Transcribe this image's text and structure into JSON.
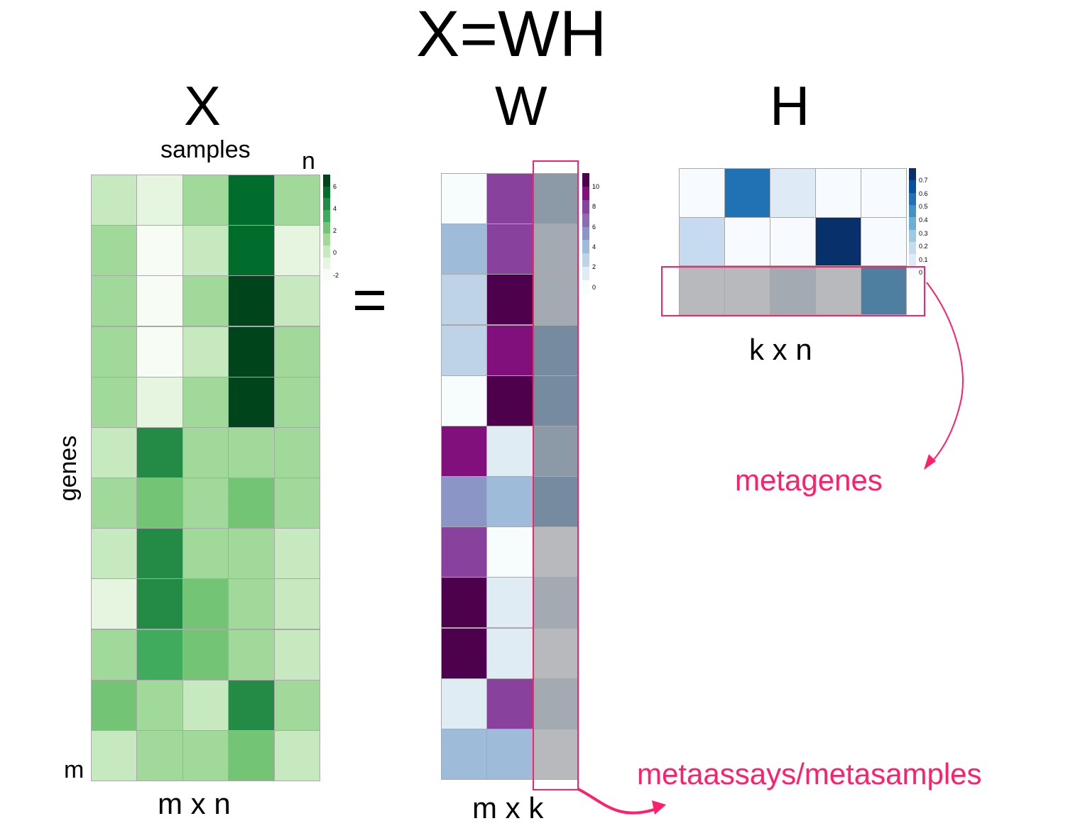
{
  "title": "X=WH",
  "matrices": {
    "x": {
      "label": "X",
      "top_label": "samples",
      "corner_label": "n",
      "side_label": "genes",
      "bottom_corner_label": "m",
      "dims": "m x n"
    },
    "w": {
      "label": "W",
      "dims": "m x k"
    },
    "h": {
      "label": "H",
      "dims": "k x n"
    }
  },
  "equals": "=",
  "annotations": {
    "metagenes": "metagenes",
    "metasamples": "metaassays/metasamples"
  },
  "heatmaps": {
    "x": {
      "rows": 12,
      "cols": 5,
      "colors": [
        [
          "#c7e9c0",
          "#e5f5e0",
          "#a1d99b",
          "#006d2c",
          "#a1d99b"
        ],
        [
          "#a1d99b",
          "#f7fcf5",
          "#c7e9c0",
          "#006d2c",
          "#e5f5e0"
        ],
        [
          "#a1d99b",
          "#f7fcf5",
          "#a1d99b",
          "#00441b",
          "#c7e9c0"
        ],
        [
          "#a1d99b",
          "#f7fcf5",
          "#c7e9c0",
          "#00441b",
          "#a1d99b"
        ],
        [
          "#a1d99b",
          "#e5f5e0",
          "#a1d99b",
          "#00441b",
          "#a1d99b"
        ],
        [
          "#c7e9c0",
          "#238b45",
          "#a1d99b",
          "#a1d99b",
          "#a1d99b"
        ],
        [
          "#a1d99b",
          "#74c476",
          "#a1d99b",
          "#74c476",
          "#a1d99b"
        ],
        [
          "#c7e9c0",
          "#238b45",
          "#a1d99b",
          "#a1d99b",
          "#c7e9c0"
        ],
        [
          "#e5f5e0",
          "#238b45",
          "#74c476",
          "#a1d99b",
          "#c7e9c0"
        ],
        [
          "#a1d99b",
          "#41ab5d",
          "#74c476",
          "#a1d99b",
          "#c7e9c0"
        ],
        [
          "#74c476",
          "#a1d99b",
          "#c7e9c0",
          "#238b45",
          "#a1d99b"
        ],
        [
          "#c7e9c0",
          "#a1d99b",
          "#a1d99b",
          "#74c476",
          "#c7e9c0"
        ]
      ],
      "legend": {
        "ticks": [
          "6",
          "4",
          "2",
          "0",
          "-2"
        ],
        "colors": [
          "#00441b",
          "#006d2c",
          "#238b45",
          "#41ab5d",
          "#74c476",
          "#a1d99b",
          "#c7e9c0",
          "#e5f5e0",
          "#f7fcf5"
        ]
      }
    },
    "w": {
      "rows": 12,
      "cols": 3,
      "colors": [
        [
          "#f7fcfd",
          "#88419d",
          "#8c9aa8"
        ],
        [
          "#9ebcda",
          "#88419d",
          "#a3aab2"
        ],
        [
          "#bfd3e6",
          "#4d004b",
          "#a3aab2"
        ],
        [
          "#bfd3e6",
          "#810f7c",
          "#768aa0"
        ],
        [
          "#f7fcfd",
          "#4d004b",
          "#768aa0"
        ],
        [
          "#810f7c",
          "#e0ecf4",
          "#8c9aa8"
        ],
        [
          "#8c96c6",
          "#9ebcda",
          "#768aa0"
        ],
        [
          "#88419d",
          "#f7fcfd",
          "#b7b9bc"
        ],
        [
          "#4d004b",
          "#e0ecf4",
          "#a3aab2"
        ],
        [
          "#4d004b",
          "#e0ecf4",
          "#b7b9bc"
        ],
        [
          "#e0ecf4",
          "#88419d",
          "#a3aab2"
        ],
        [
          "#9ebcda",
          "#9ebcda",
          "#b7b9bc"
        ]
      ],
      "legend": {
        "ticks": [
          "10",
          "8",
          "6",
          "4",
          "2",
          "0"
        ],
        "colors": [
          "#4d004b",
          "#810f7c",
          "#88419d",
          "#8c6bb1",
          "#8c96c6",
          "#9ebcda",
          "#bfd3e6",
          "#e0ecf4",
          "#f7fcfd"
        ]
      }
    },
    "h": {
      "rows": 3,
      "cols": 5,
      "colors": [
        [
          "#f7fbff",
          "#2171b5",
          "#deebf7",
          "#f7fbff",
          "#f7fbff"
        ],
        [
          "#c6dbef",
          "#f7fbff",
          "#f7fbff",
          "#08306b",
          "#f7fbff"
        ],
        [
          "#b7b9bc",
          "#b7b9bc",
          "#a3aab2",
          "#b7b9bc",
          "#4f7fa0"
        ]
      ],
      "legend": {
        "ticks": [
          "0.7",
          "0.6",
          "0.5",
          "0.4",
          "0.3",
          "0.2",
          "0.1",
          "0"
        ],
        "colors": [
          "#08306b",
          "#08519c",
          "#2171b5",
          "#4292c6",
          "#6baed6",
          "#9ecae1",
          "#c6dbef",
          "#deebf7",
          "#f7fbff"
        ]
      }
    }
  },
  "colors": {
    "accent": "#ff1f6b",
    "cell_border": "#a9a9a9"
  }
}
